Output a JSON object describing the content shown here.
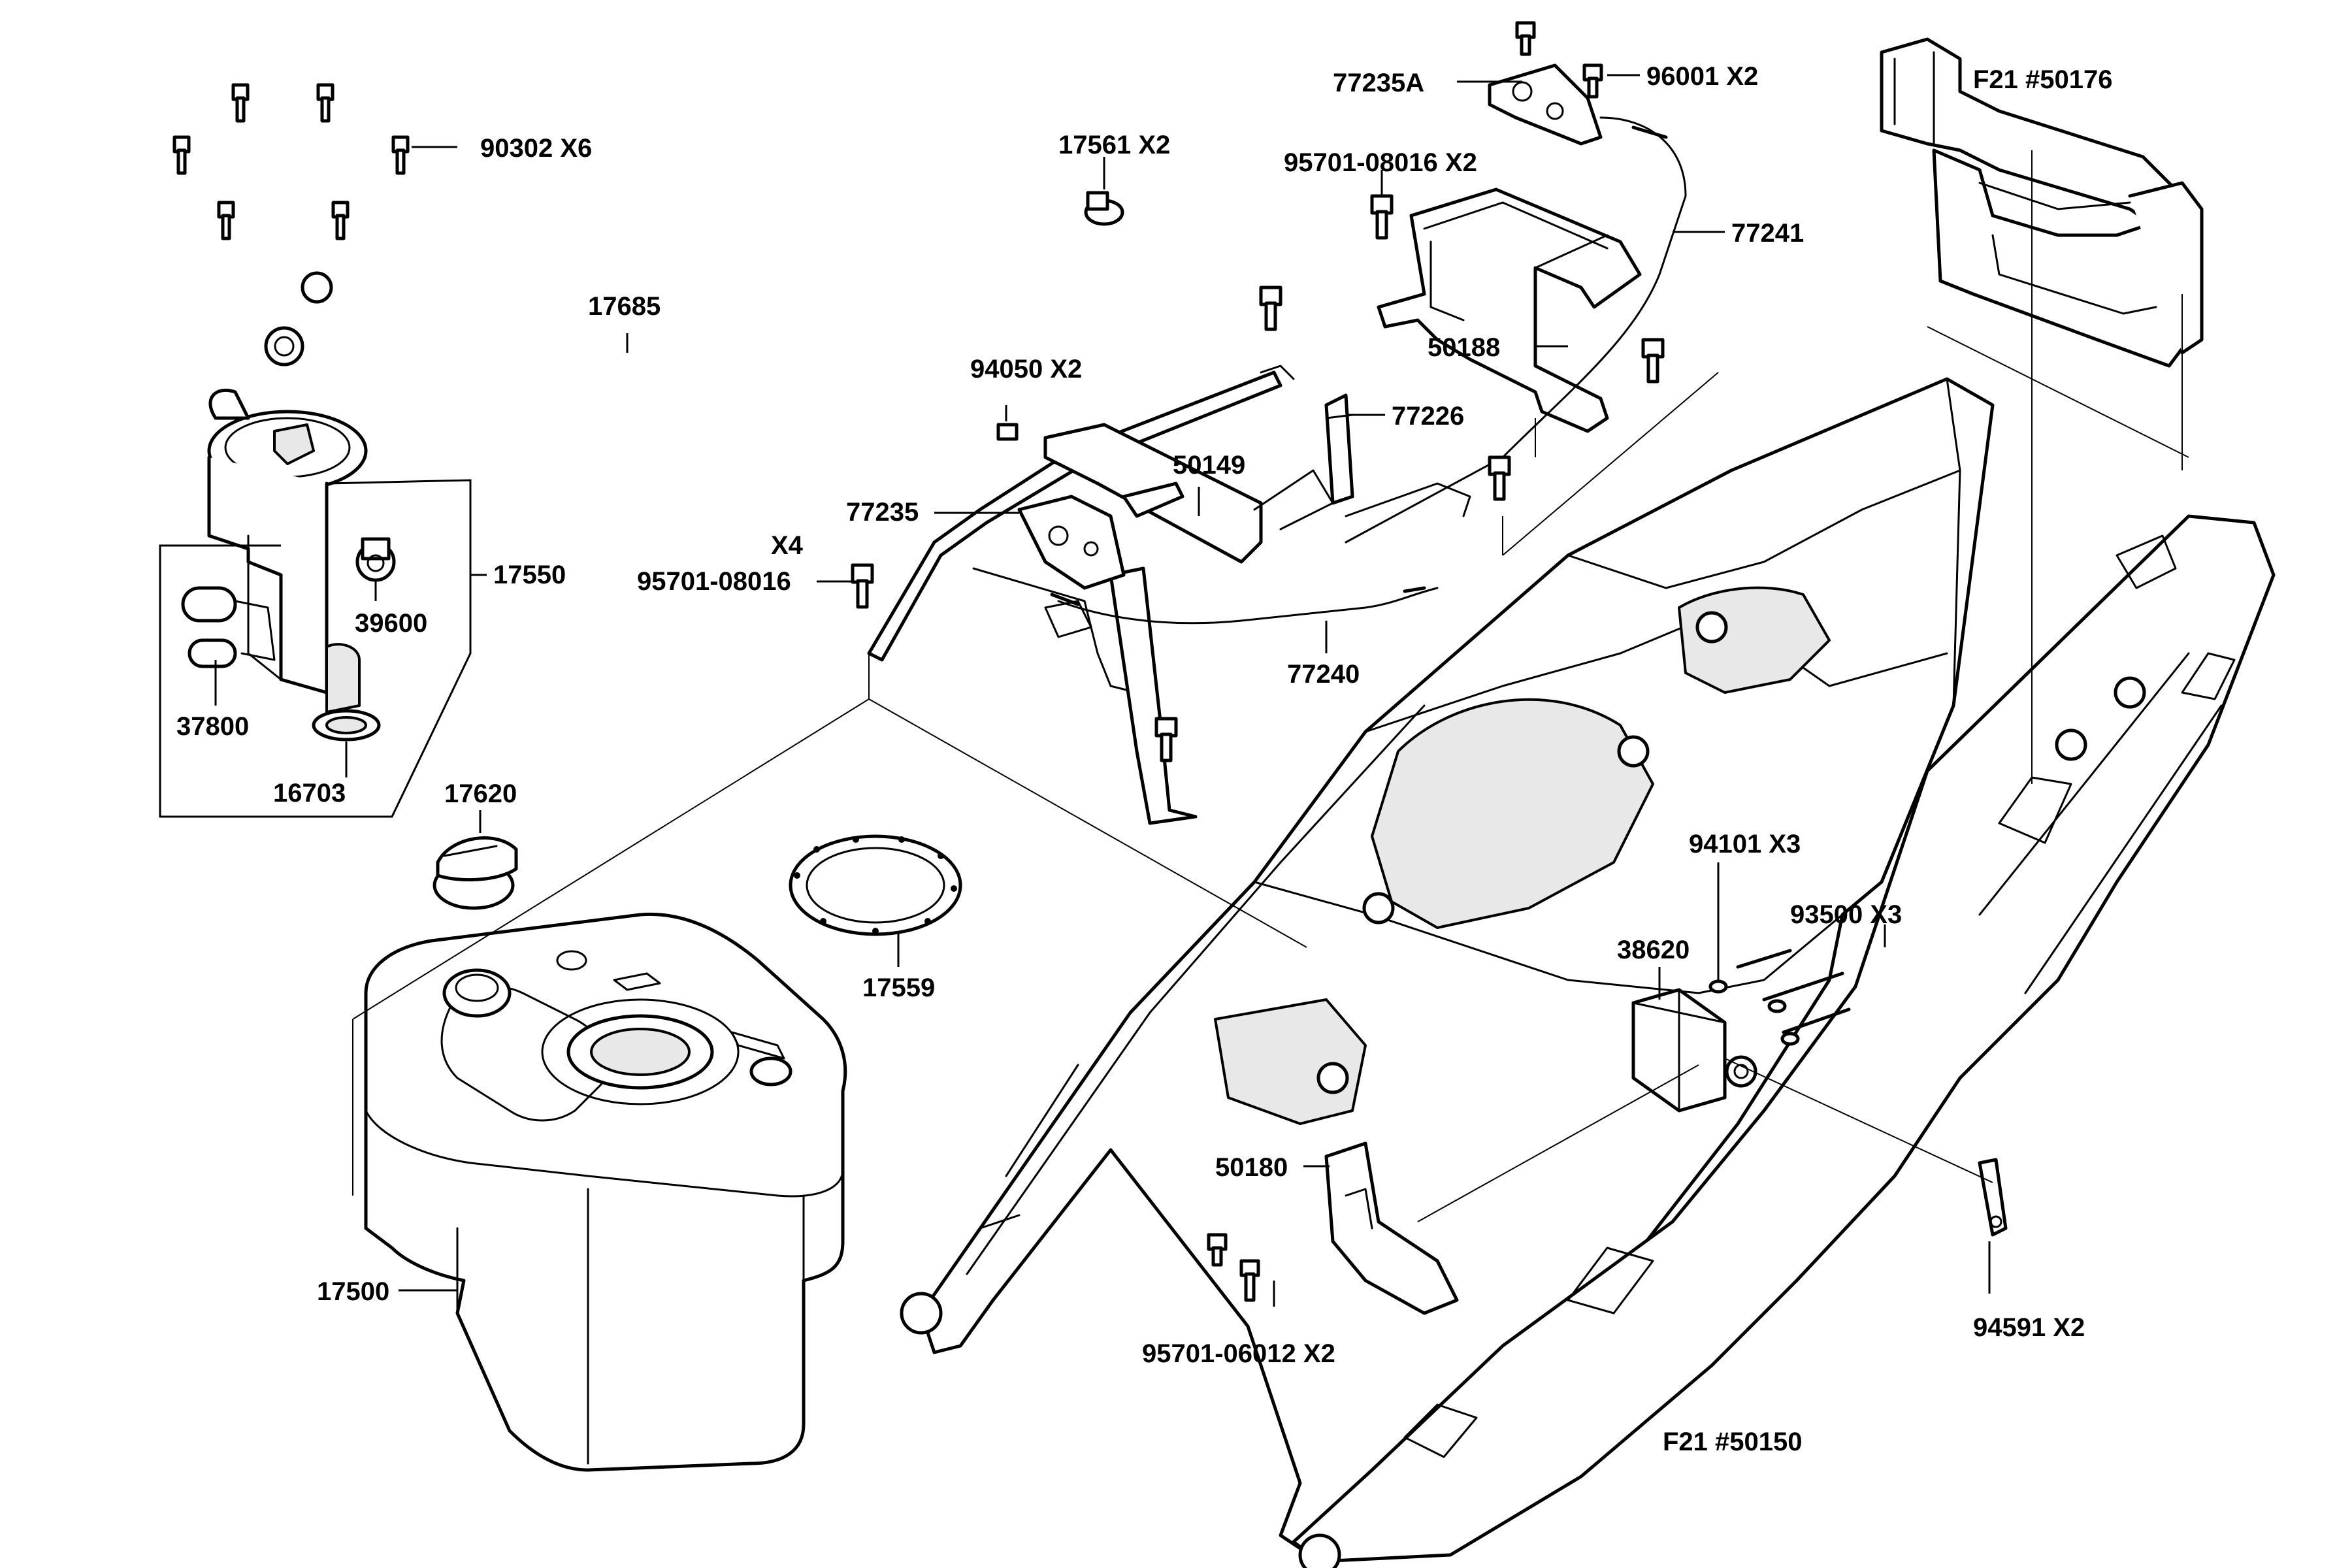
{
  "labels": {
    "l_90302": "90302  X6",
    "l_17561": "17561  X2",
    "l_17685": "17685",
    "l_77235A": "77235A",
    "l_96001": "96001  X2",
    "l_95701_08016_x2": "95701-08016 X2",
    "l_77241": "77241",
    "l_f21_50176": "F21 #50176",
    "l_50188": "50188",
    "l_94050": "94050   X2",
    "l_77226": "77226",
    "l_50149": "50149",
    "l_77235": "77235",
    "l_x4": "X4",
    "l_95701_08016": "95701-08016",
    "l_77240": "77240",
    "l_17550": "17550",
    "l_39600": "39600",
    "l_37800": "37800",
    "l_16703": "16703",
    "l_17620": "17620",
    "l_17559": "17559",
    "l_17500": "17500",
    "l_94101": "94101  X3",
    "l_93500": "93500  X3",
    "l_38620": "38620",
    "l_50180": "50180",
    "l_95701_06012": "95701-06012 X2",
    "l_94591": "94591  X2",
    "l_f21_50150": "F21 #50150"
  }
}
